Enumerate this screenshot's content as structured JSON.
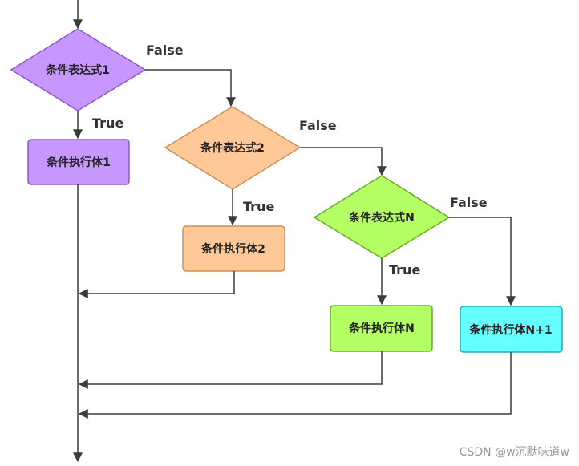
{
  "nodes": {
    "cond1": {
      "label": "条件表达式1",
      "shape": "diamond",
      "color": "#c896ff"
    },
    "body1": {
      "label": "条件执行体1",
      "shape": "rectangle",
      "color": "#c896ff"
    },
    "cond2": {
      "label": "条件表达式2",
      "shape": "diamond",
      "color": "#ffc896"
    },
    "body2": {
      "label": "条件执行体2",
      "shape": "rectangle",
      "color": "#ffc896"
    },
    "condN": {
      "label": "条件表达式N",
      "shape": "diamond",
      "color": "#b4ff64"
    },
    "bodyN": {
      "label": "条件执行体N",
      "shape": "rectangle",
      "color": "#b4ff64"
    },
    "bodyN1": {
      "label": "条件执行体N+1",
      "shape": "rectangle",
      "color": "#64ffff"
    }
  },
  "edges": {
    "cond1_false": "False",
    "cond1_true": "True",
    "cond2_false": "False",
    "cond2_true": "True",
    "condN_false": "False",
    "condN_true": "True"
  },
  "colors": {
    "line": "#3c3c3c",
    "node_border_purple": "#8a5cc4",
    "node_border_orange": "#c9925a",
    "node_border_green": "#6aa82e",
    "node_border_cyan": "#2aa8b0"
  },
  "watermark": "CSDN @w沉默味道w"
}
